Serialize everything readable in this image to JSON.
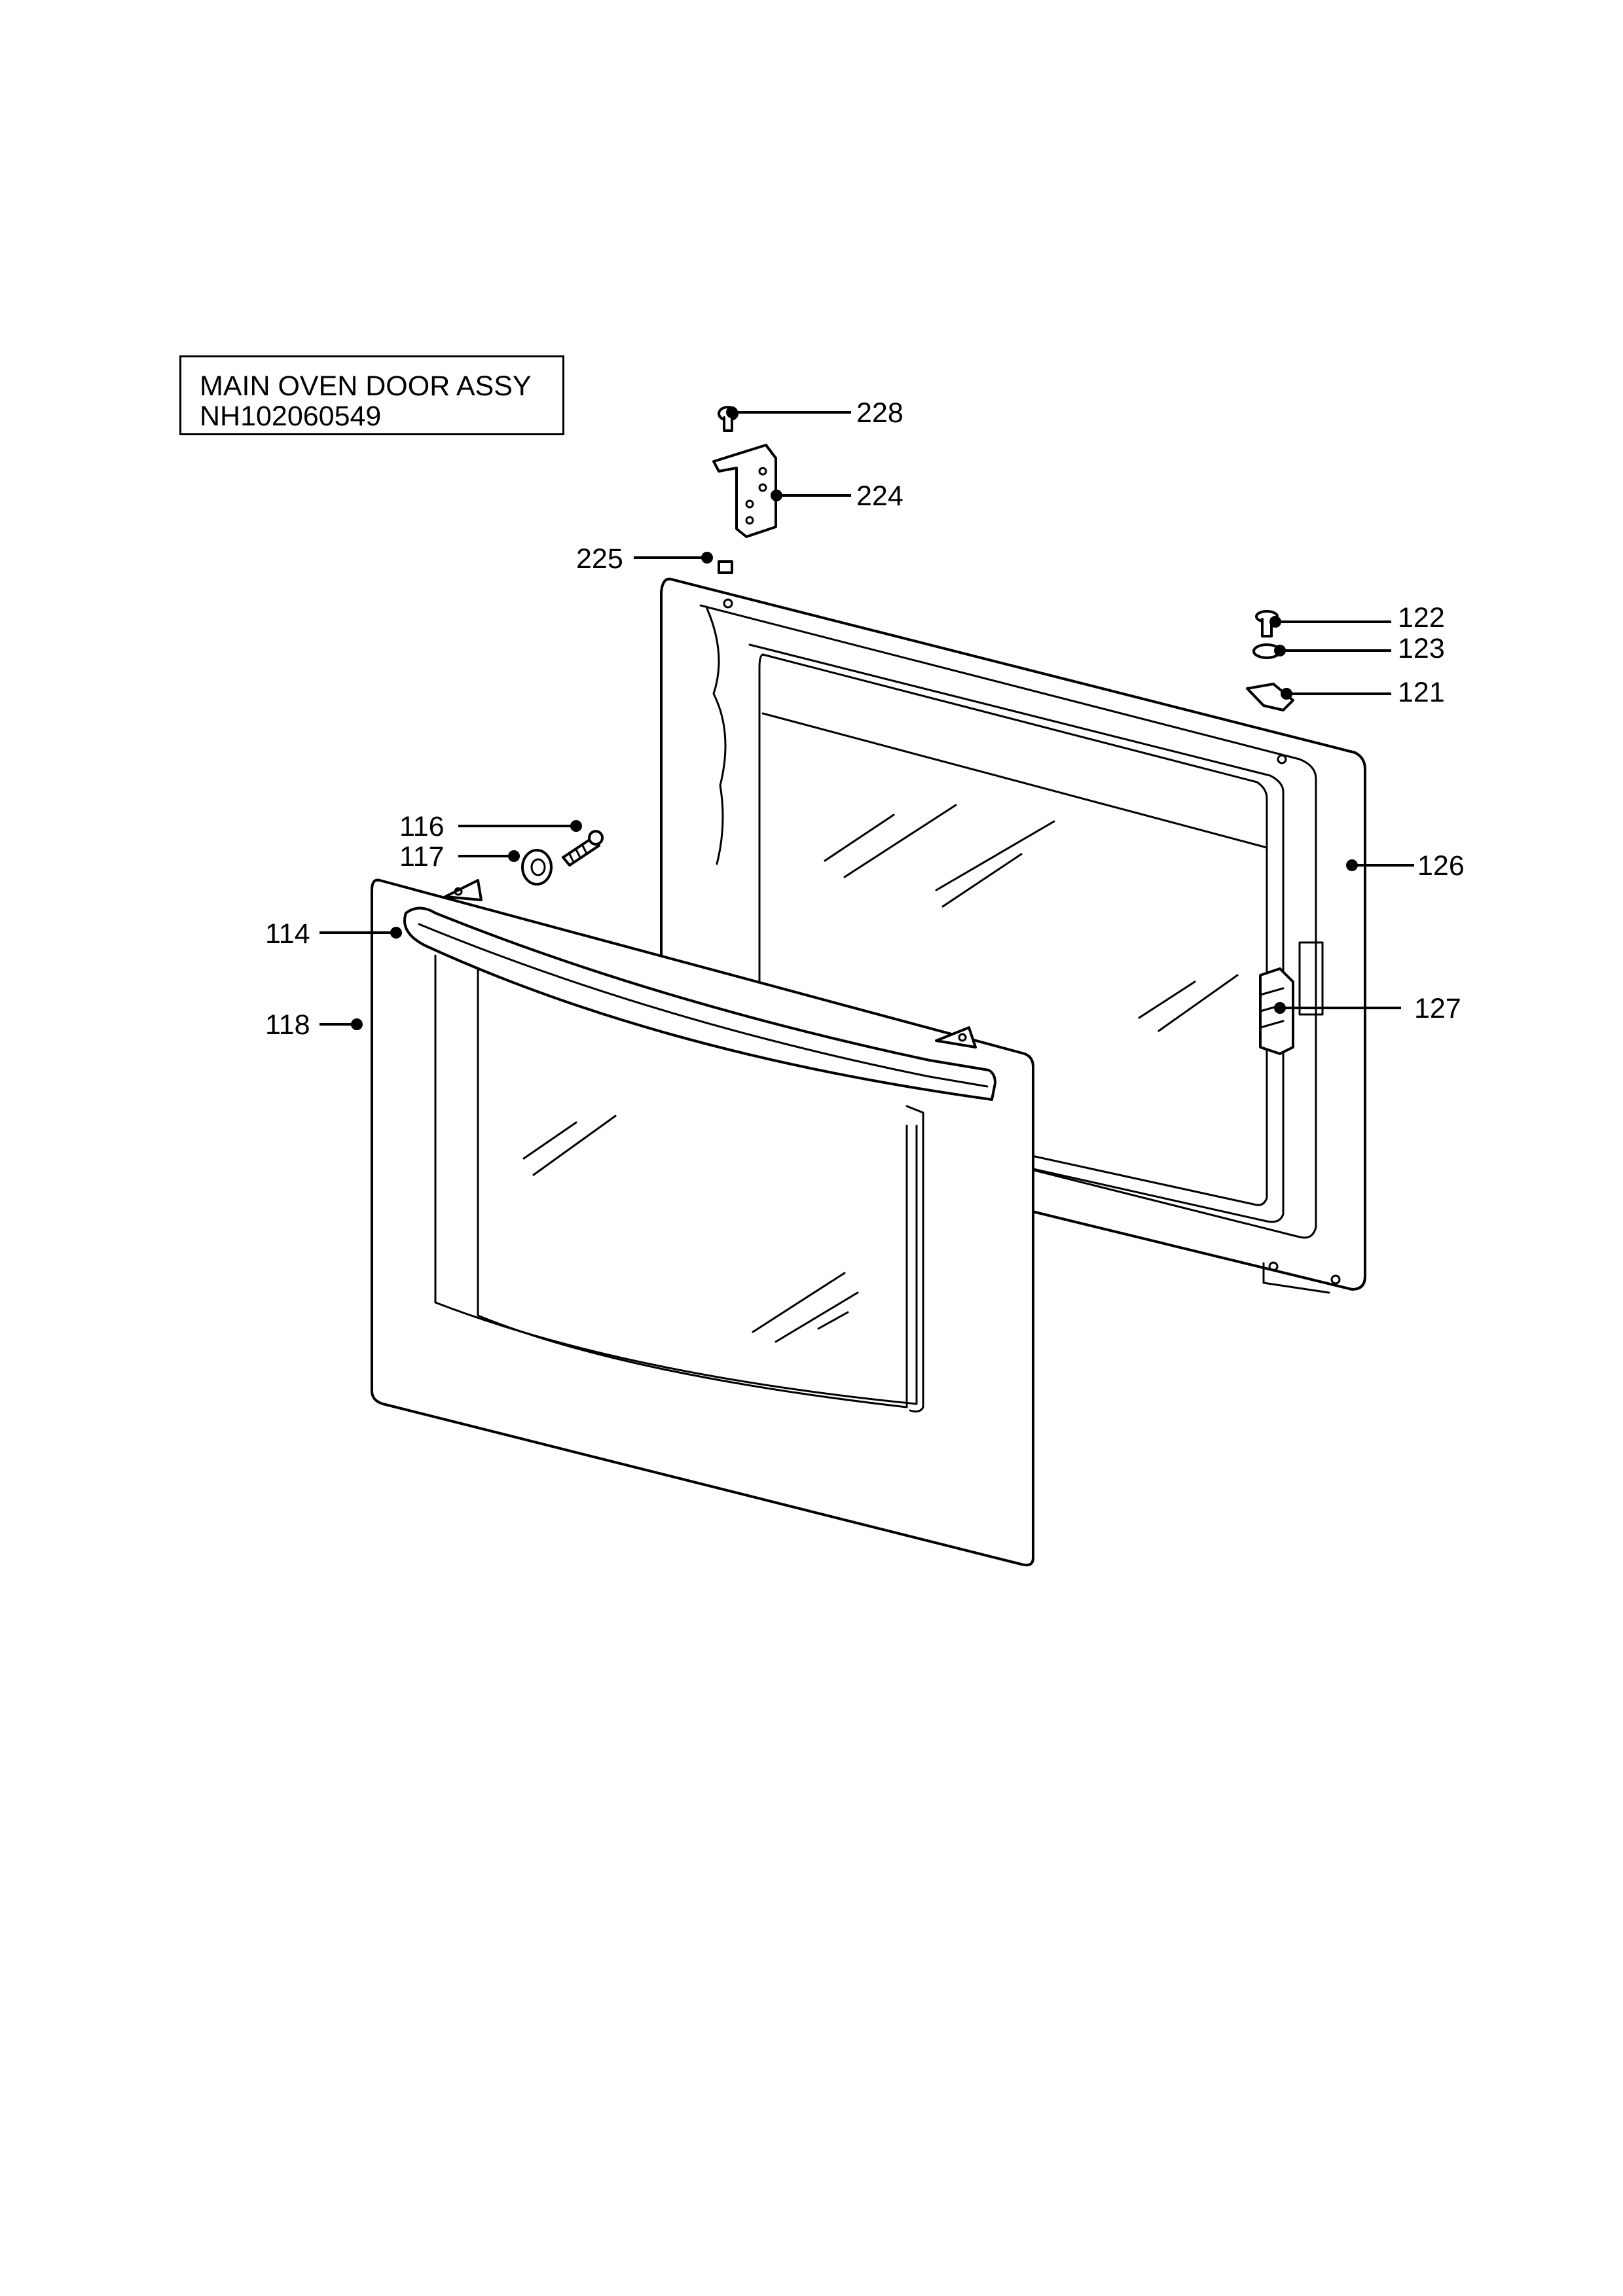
{
  "title": {
    "line1": "MAIN OVEN DOOR ASSY",
    "line2": "NH102060549"
  },
  "callouts": [
    {
      "id": "228",
      "label": "228"
    },
    {
      "id": "224",
      "label": "224"
    },
    {
      "id": "225",
      "label": "225"
    },
    {
      "id": "122",
      "label": "122"
    },
    {
      "id": "123",
      "label": "123"
    },
    {
      "id": "121",
      "label": "121"
    },
    {
      "id": "116",
      "label": "116"
    },
    {
      "id": "117",
      "label": "117"
    },
    {
      "id": "126",
      "label": "126"
    },
    {
      "id": "114",
      "label": "114"
    },
    {
      "id": "127",
      "label": "127"
    },
    {
      "id": "118",
      "label": "118"
    }
  ]
}
